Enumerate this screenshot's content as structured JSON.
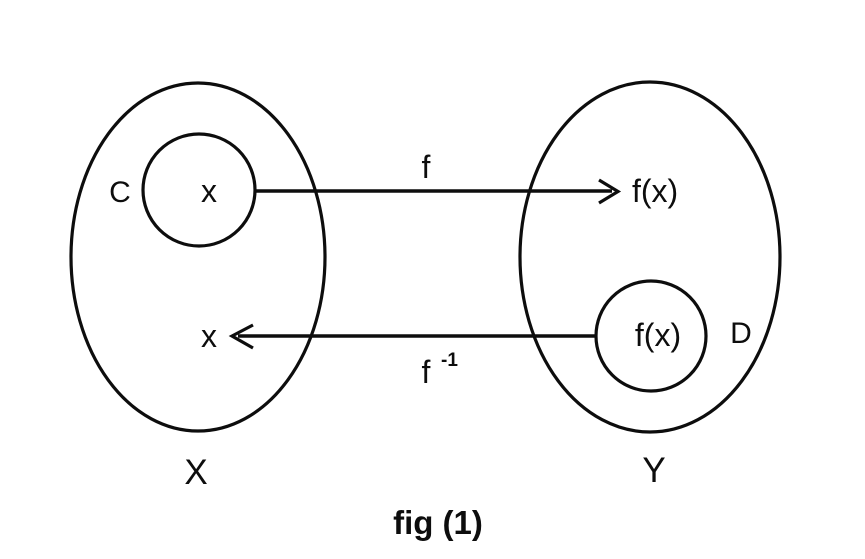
{
  "diagram": {
    "caption": "fig (1)",
    "left_set": {
      "name": "X",
      "subset_label": "C",
      "mapped_element": "x",
      "inverse_target_element": "x"
    },
    "right_set": {
      "name": "Y",
      "subset_label": "D",
      "forward_target_element": "f(x)",
      "subset_element": "f(x)"
    },
    "forward_function": {
      "label": "f"
    },
    "inverse_function": {
      "base": "f",
      "superscript": "-1"
    },
    "colors": {
      "ink": "#0d0d0d",
      "background": "#ffffff"
    }
  }
}
